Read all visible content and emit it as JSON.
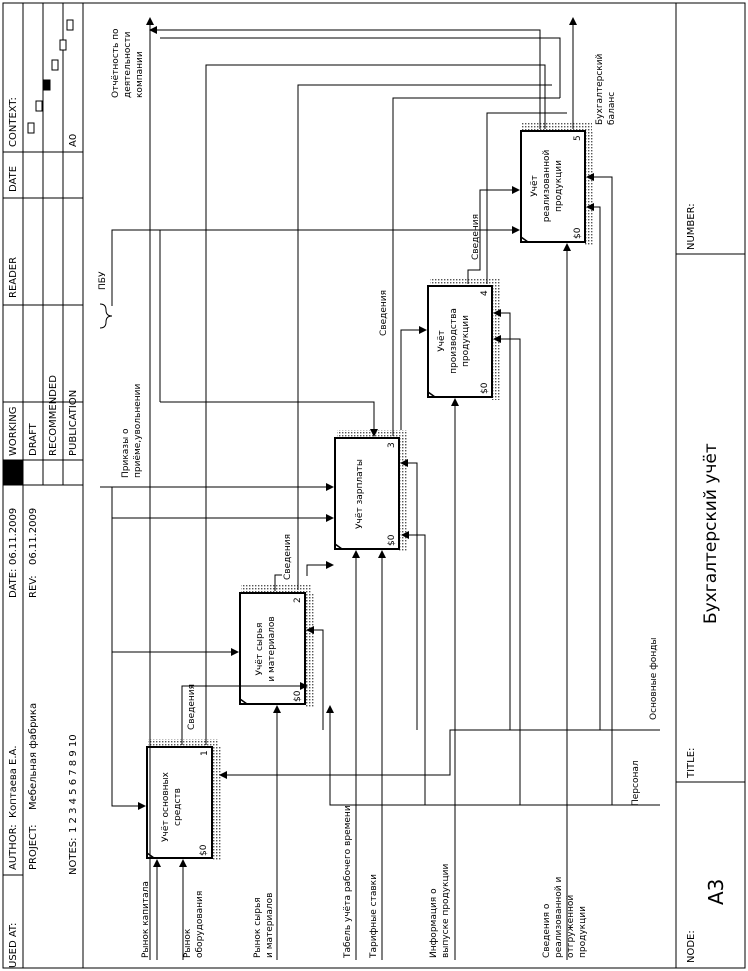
{
  "header": {
    "used_at_label": "USED AT:",
    "author_label": "AUTHOR:",
    "author": "Коптаева Е.А.",
    "project_label": "PROJECT:",
    "project": "Мебельная фабрика",
    "notes_label": "NOTES:",
    "notes": "1  2  3  4  5  6  7  8  9  10",
    "date_label": "DATE:",
    "date": "06.11.2009",
    "rev_label": "REV:",
    "rev": "06.11.2009",
    "status": {
      "working": "WORKING",
      "draft": "DRAFT",
      "recommended": "RECOMMENDED",
      "publication": "PUBLICATION"
    },
    "reader_label": "READER",
    "date_col_label": "DATE",
    "context_label": "CONTEXT:",
    "context_node": "A0"
  },
  "footer": {
    "node_label": "NODE:",
    "node": "A3",
    "title_label": "TITLE:",
    "title": "Бухгалтерский учёт",
    "number_label": "NUMBER:"
  },
  "boxes": [
    {
      "name": "Учёт основных средств",
      "lines": [
        "Учёт основных",
        "средств"
      ],
      "num": "1",
      "cost": "$0"
    },
    {
      "name": "Учёт сырья и материалов",
      "lines": [
        "Учёт сырья",
        "и материалов"
      ],
      "num": "2",
      "cost": "$0"
    },
    {
      "name": "Учёт зарплаты",
      "lines": [
        "Учёт зарплаты"
      ],
      "num": "3",
      "cost": "$0"
    },
    {
      "name": "Учёт производства продукции",
      "lines": [
        "Учёт",
        "производства",
        "продукции"
      ],
      "num": "4",
      "cost": "$0"
    },
    {
      "name": "Учёт реализованной продукции",
      "lines": [
        "Учёт",
        "реализованной",
        "продукции"
      ],
      "num": "5",
      "cost": "$0"
    }
  ],
  "inputs": {
    "capital_market": "Рынок капитала",
    "equipment_market": [
      "Рынок",
      "оборудования"
    ],
    "materials_market": [
      "Рынок сырья",
      "и материалов"
    ],
    "timesheet": "Табель учёта рабочего времени",
    "tariffs": "Тарифные ставки",
    "production_info": [
      "Информация о",
      "выпуске продукции"
    ],
    "sales_info": [
      "Сведения о",
      "реализованной и",
      "отгруженной",
      "продукции"
    ]
  },
  "controls": {
    "orders": [
      "Приказы о",
      "приёме,увольнении"
    ],
    "pbu": "ПБУ"
  },
  "mechanisms": {
    "personnel": "Персонал",
    "fixed_assets": "Основные фонды"
  },
  "outputs": {
    "reporting": [
      "Отчётность по",
      "деятельности",
      "компании"
    ],
    "balance": [
      "Бухгалтерский",
      "баланс"
    ]
  },
  "internal": {
    "info": "Сведения"
  }
}
